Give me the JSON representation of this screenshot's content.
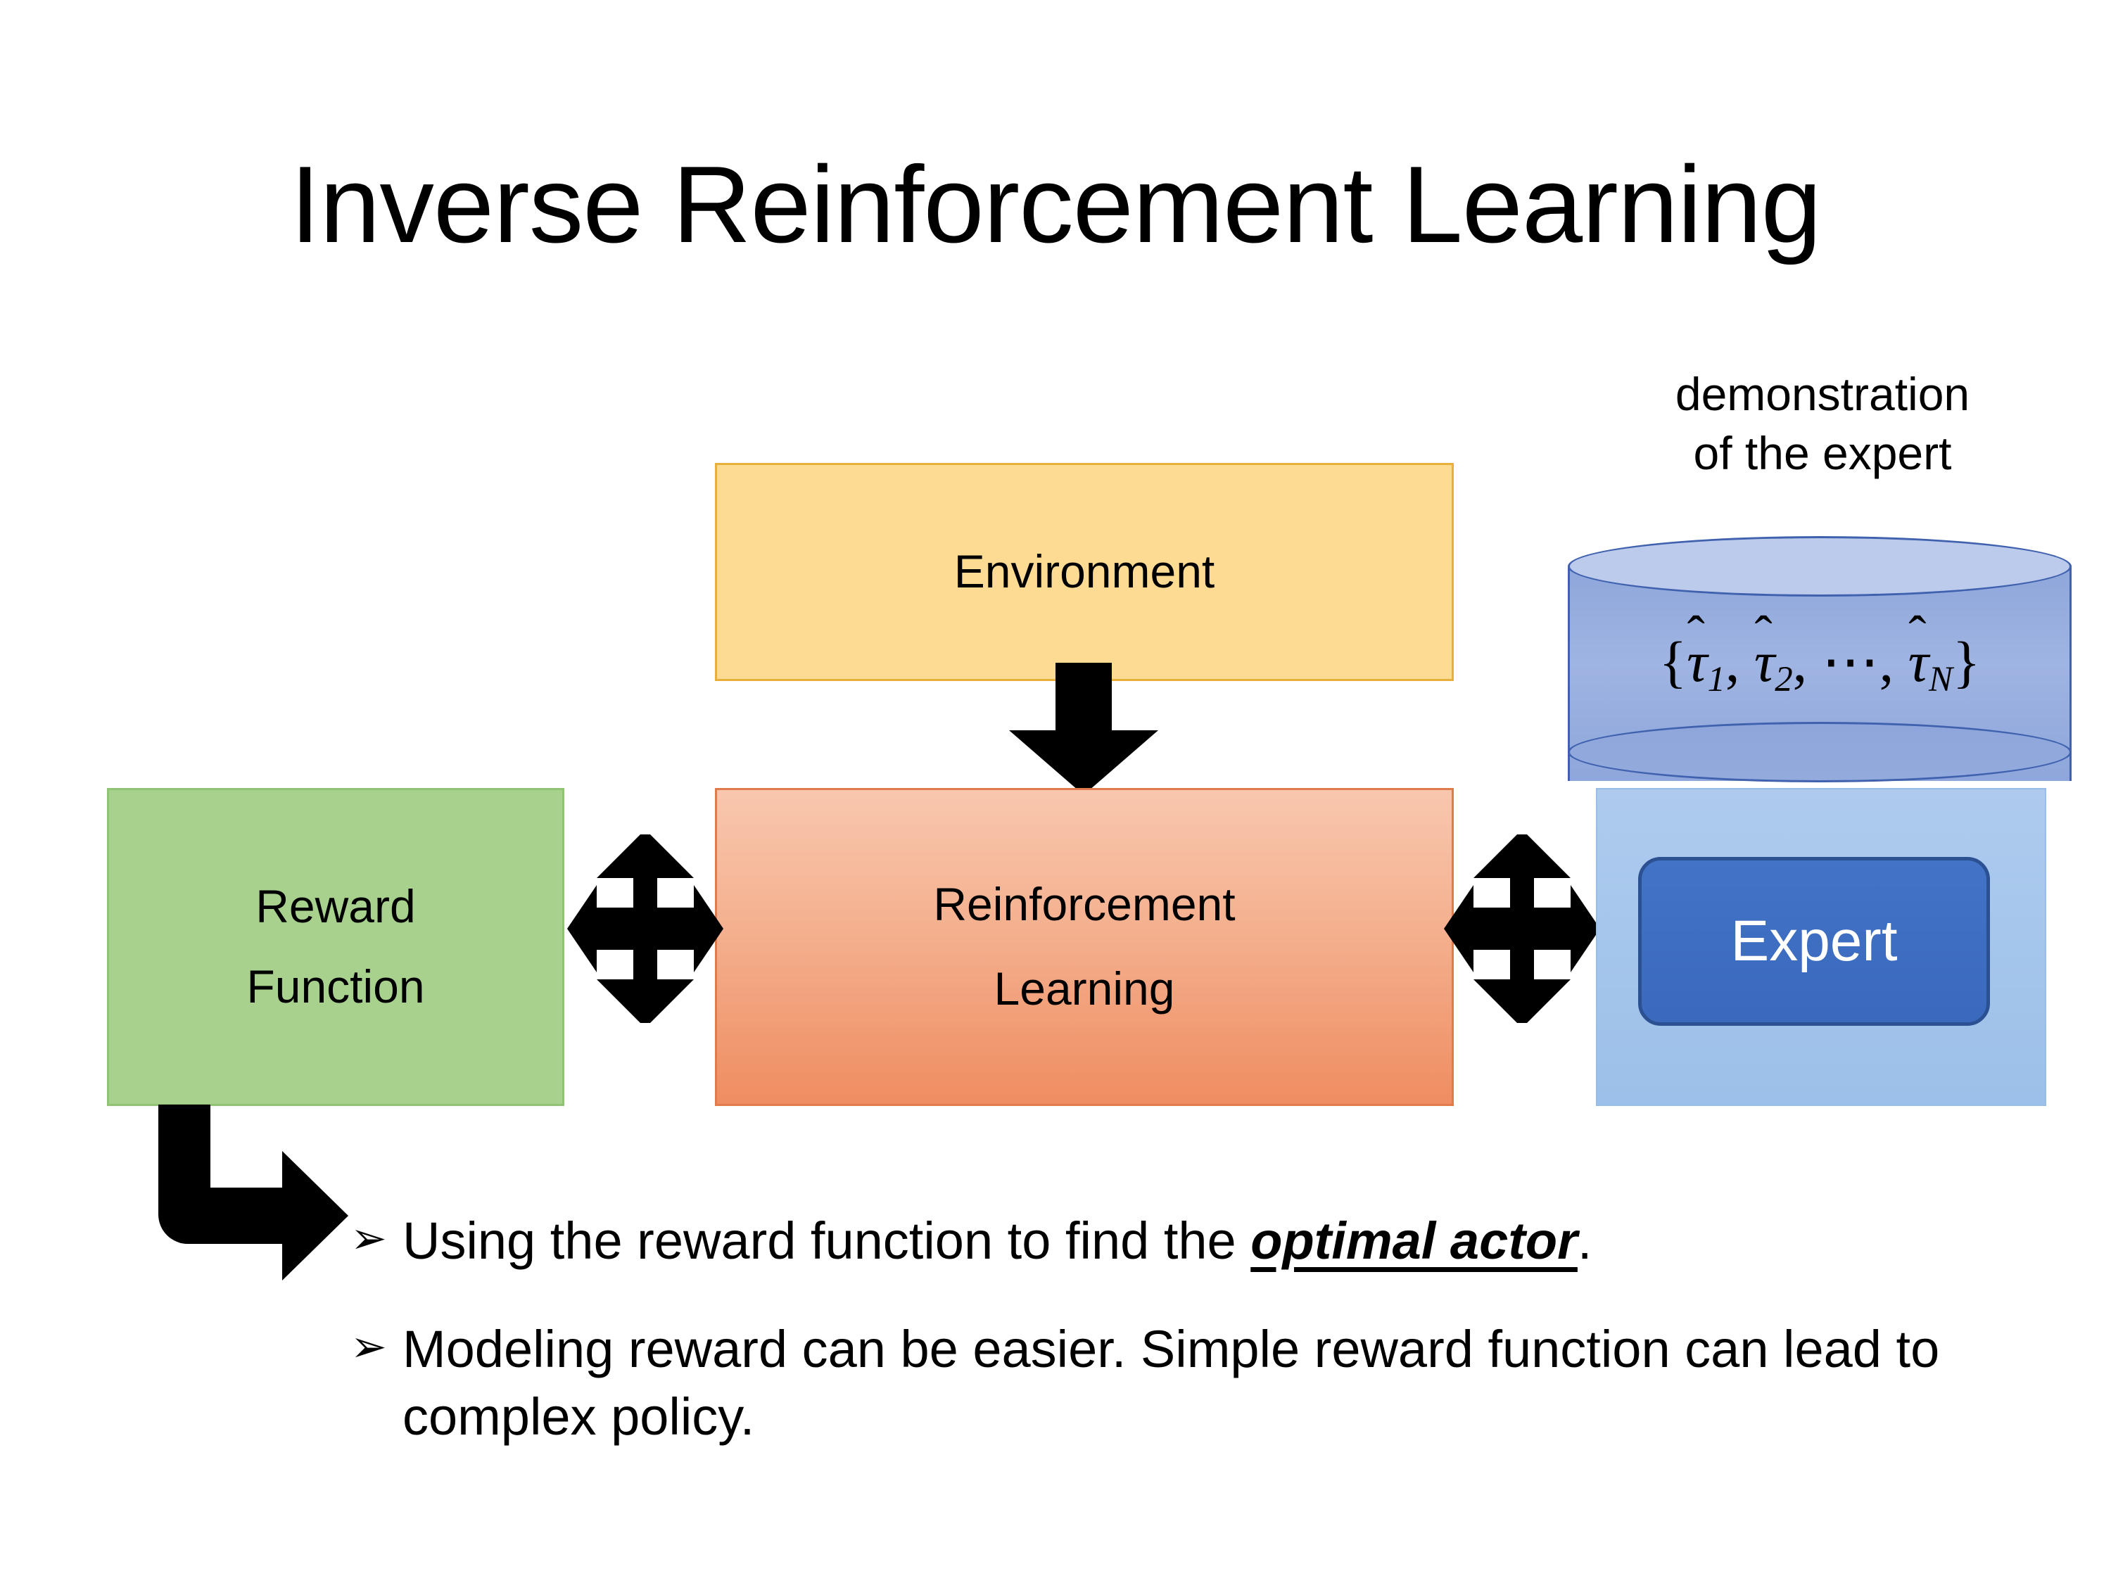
{
  "slide": {
    "title": "Inverse Reinforcement Learning"
  },
  "diagram": {
    "environment": {
      "label": "Environment"
    },
    "reinforcement_learning": {
      "line1": "Reinforcement",
      "line2": "Learning"
    },
    "reward_function": {
      "line1": "Reward",
      "line2": "Function"
    },
    "demonstration": {
      "caption_line1": "demonstration",
      "caption_line2": "of the expert",
      "formula": {
        "open_brace": "{",
        "tau1": "τ",
        "sub1": "1",
        "comma1": ",",
        "tau2": "τ",
        "sub2": "2",
        "comma2": ",",
        "ellipsis": "⋯",
        "comma3": ",",
        "tauN": "τ",
        "subN": "N",
        "close_brace": "}",
        "plain": "{τ̂1, τ̂2, ⋯, τ̂N}"
      }
    },
    "expert": {
      "label": "Expert"
    },
    "arrows": {
      "environment_to_rl": "down-arrow",
      "reward_to_rl": "quad-arrow",
      "rl_to_expert": "quad-arrow",
      "reward_to_bullet": "bent-arrow"
    },
    "colors": {
      "environment_fill": "#FDDB93",
      "environment_border": "#E8B03A",
      "rl_fill_top": "#F8C7AE",
      "rl_fill_bottom": "#EF8D61",
      "rl_border": "#E07C4B",
      "reward_fill": "#A9D18E",
      "reward_border": "#91C375",
      "expert_panel_fill": "#A6C9ED",
      "cylinder_fill": "#8EA6DB",
      "cylinder_top_fill": "#BCCBEC",
      "cylinder_border": "#3F61AE",
      "expert_badge_fill": "#3E6FC2",
      "expert_badge_border": "#2B5193",
      "arrow_fill": "#000000",
      "text": "#000000",
      "background": "#FFFFFF"
    }
  },
  "bullets": [
    {
      "marker": "➢",
      "prefix": "Using the reward function to find the ",
      "emphasis": "optimal actor",
      "suffix": ".",
      "full_text": "Using the reward function to find the optimal actor."
    },
    {
      "marker": "➢",
      "prefix": "Modeling reward can be easier. Simple reward function can lead to complex policy.",
      "emphasis": "",
      "suffix": "",
      "full_text": "Modeling reward can be easier. Simple reward function can lead to complex policy."
    }
  ]
}
